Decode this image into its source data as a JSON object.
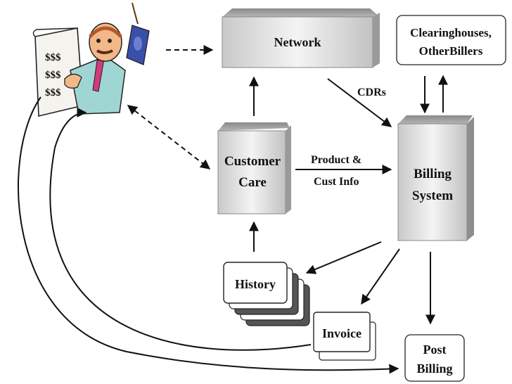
{
  "nodes": {
    "network": "Network",
    "clearing_line1": "Clearinghouses,",
    "clearing_line2": "OtherBillers",
    "customer_care_line1": "Customer",
    "customer_care_line2": "Care",
    "billing_line1": "Billing",
    "billing_line2": "System",
    "history": "History",
    "invoice": "Invoice",
    "post_billing_line1": "Post",
    "post_billing_line2": "Billing"
  },
  "edge_labels": {
    "cdrs": "CDRs",
    "product_line1": "Product &",
    "product_line2": "Cust Info"
  },
  "customer_figure": {
    "bill_symbols": [
      "$$$",
      "$$$",
      "$$$"
    ]
  }
}
